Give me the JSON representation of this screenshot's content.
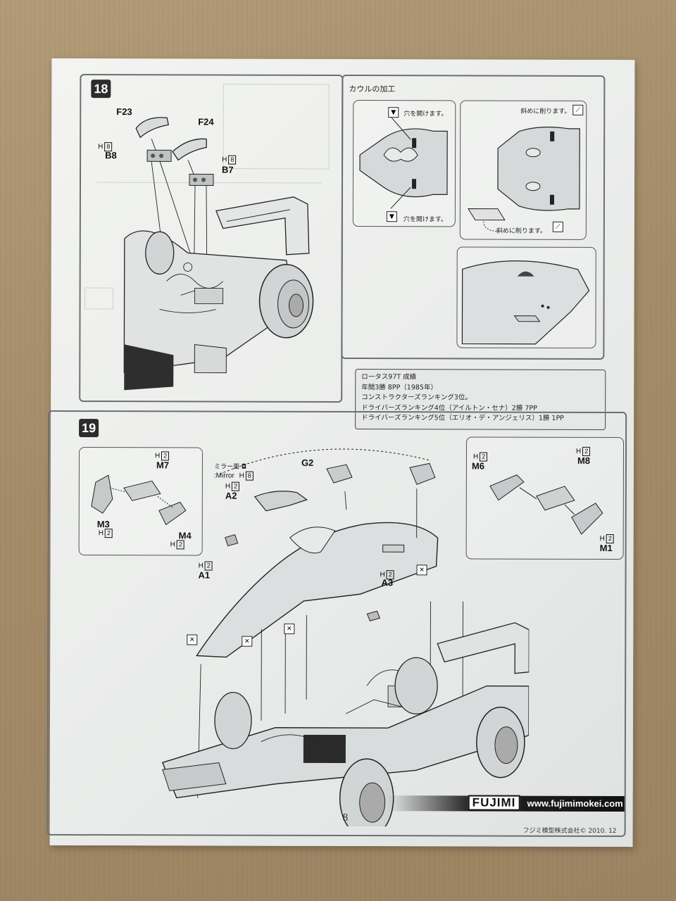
{
  "manual": {
    "step18": {
      "number": "18",
      "parts": {
        "f23": "F23",
        "f24": "F24",
        "b8": "B8",
        "b7": "B7",
        "b8_h": "H",
        "b8_h_num": "8",
        "b7_h": "H",
        "b7_h_num": "8"
      },
      "cowl": {
        "title": "カウルの加工",
        "drill_top": "穴を開けます。",
        "drill_bottom": "穴を開けます。",
        "shave_top": "斜めに削ります。",
        "shave_bottom": "斜めに削ります。"
      }
    },
    "results": {
      "line1": "ロータス97T 成績",
      "line2": "年間3勝 8PP（1985年）",
      "line3": "コンストラクターズランキング3位。",
      "line4": "ドライバーズランキング4位（アイルトン・セナ）2勝 7PP",
      "line5": "ドライバーズランキング5位（エリオ・デ・アンジェリス）1勝 1PP"
    },
    "step19": {
      "number": "19",
      "parts": {
        "m7": "M7",
        "m3": "M3",
        "m4": "M4",
        "m6": "M6",
        "m8": "M8",
        "m1": "M1",
        "g2": "G2",
        "a2": "A2",
        "a1": "A1",
        "a3": "A3",
        "h": "H",
        "h_num": "2",
        "h8_num": "8"
      },
      "mirror_jp": "ミラー面",
      "mirror_en": ":Mirror"
    },
    "footer": {
      "brand": "FUJIMI",
      "url": "www.fujimimokei.com",
      "page": "8",
      "copyright": "フジミ模型株式会社© 2010. 12"
    }
  }
}
